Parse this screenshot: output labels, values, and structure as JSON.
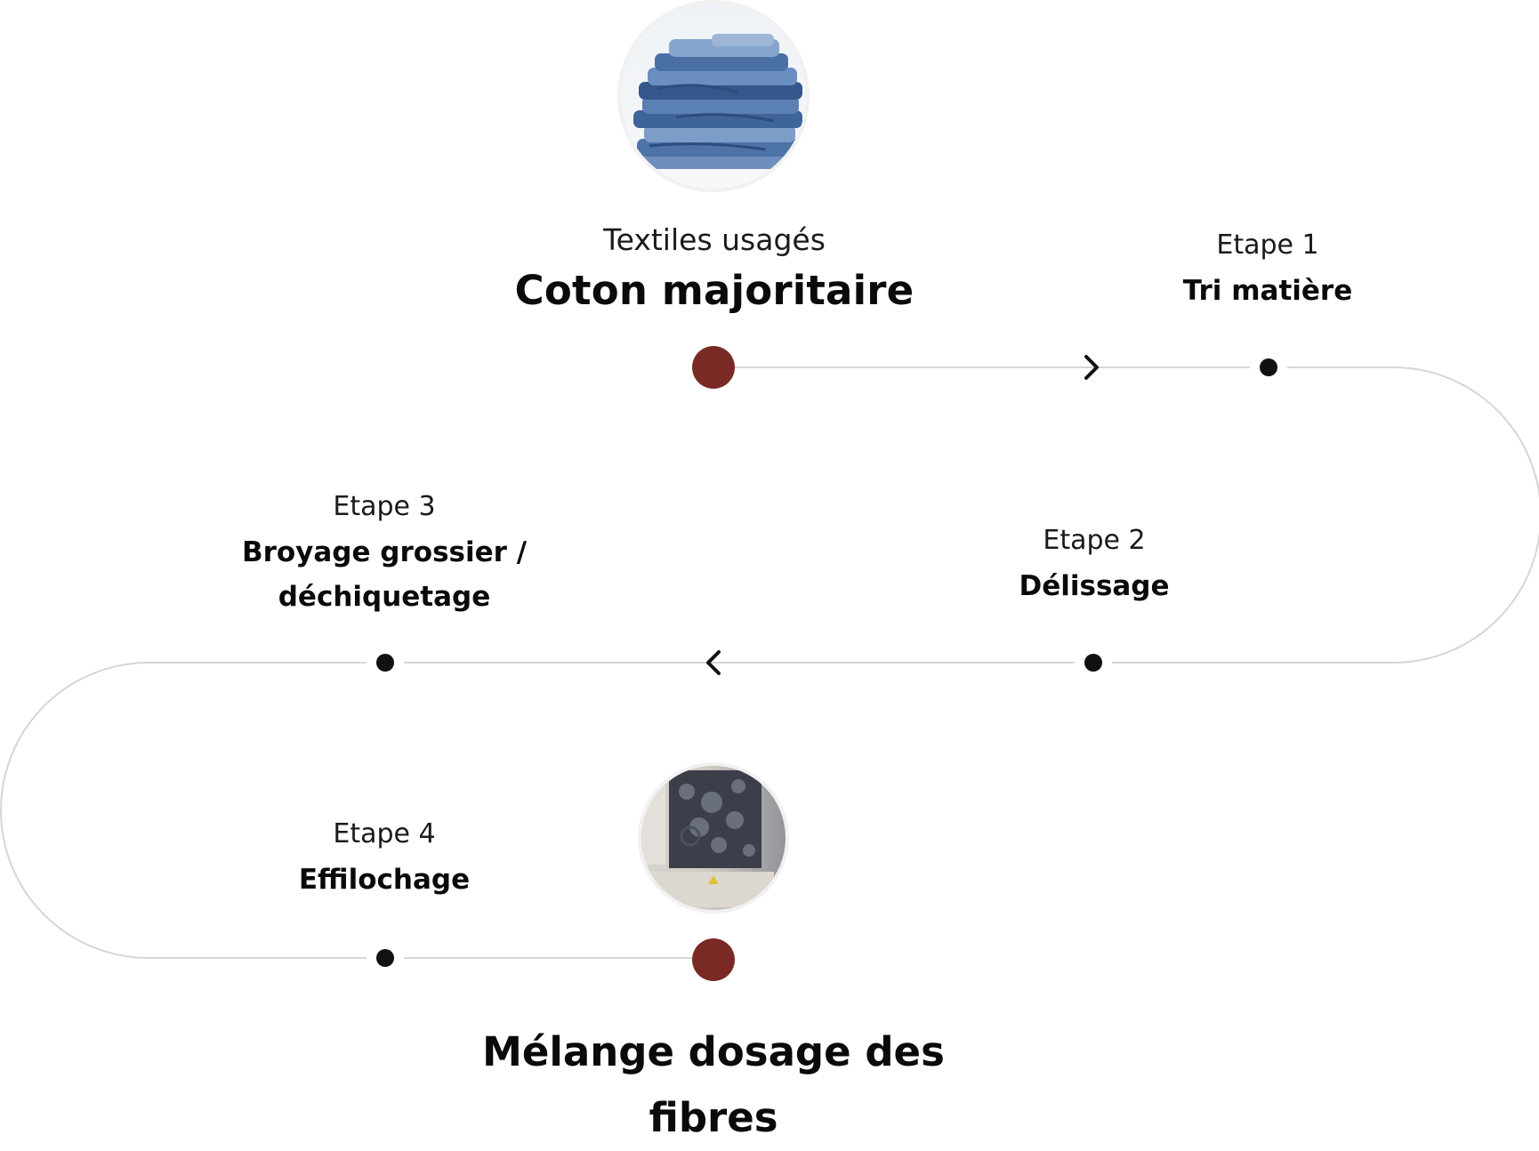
{
  "start": {
    "subtitle": "Textiles usagés",
    "title": "Coton majoritaire",
    "image": "denim-stack-photo"
  },
  "steps": [
    {
      "label": "Etape 1",
      "title": "Tri matière"
    },
    {
      "label": "Etape 2",
      "title": "Délissage"
    },
    {
      "label": "Etape 3",
      "title_lines": [
        "Broyage grossier /",
        "déchiquetage"
      ]
    },
    {
      "label": "Etape 4",
      "title": "Effilochage"
    }
  ],
  "end": {
    "title_lines": [
      "Mélange dosage des",
      "fibres"
    ],
    "image": "fiber-machine-photo"
  },
  "colors": {
    "node_main": "#7a2a24",
    "node_step": "#111111",
    "path_line": "#d6d6d6",
    "arrow": "#111111"
  },
  "icons": {
    "arrow_right": "chevron-right-icon",
    "arrow_left": "chevron-left-icon"
  }
}
